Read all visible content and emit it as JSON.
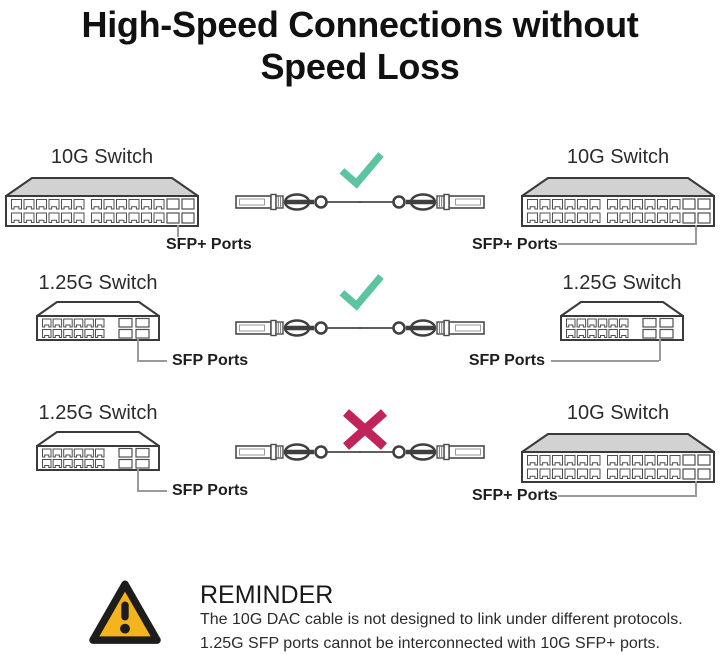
{
  "title": {
    "line1": "High-Speed Connections without",
    "line2": "Speed Loss"
  },
  "rows": [
    {
      "left": {
        "name": "10G Switch",
        "ports": "SFP+ Ports",
        "size": "large"
      },
      "right": {
        "name": "10G Switch",
        "ports": "SFP+ Ports",
        "size": "large"
      },
      "result": "compatible"
    },
    {
      "left": {
        "name": "1.25G Switch",
        "ports": "SFP Ports",
        "size": "small"
      },
      "right": {
        "name": "1.25G Switch",
        "ports": "SFP Ports",
        "size": "small"
      },
      "result": "compatible"
    },
    {
      "left": {
        "name": "1.25G Switch",
        "ports": "SFP Ports",
        "size": "small"
      },
      "right": {
        "name": "10G Switch",
        "ports": "SFP+ Ports",
        "size": "large"
      },
      "result": "incompatible"
    }
  ],
  "reminder": {
    "heading": "REMINDER",
    "lines": [
      "The 10G DAC cable is not designed to link under different protocols.",
      "1.25G SFP ports cannot be interconnected with 10G SFP+ ports."
    ]
  },
  "icons": {
    "pass": "check-icon",
    "fail": "cross-icon",
    "reminder": "warning-triangle-icon",
    "cable": "dac-cable-graphic"
  },
  "colors": {
    "checkmark": "#5CC5A0",
    "crossmark": "#C2235A",
    "warning_fill": "#F4B41D",
    "switch_top_10g": "#D2D2D2",
    "outline": "#3A3A3A"
  }
}
